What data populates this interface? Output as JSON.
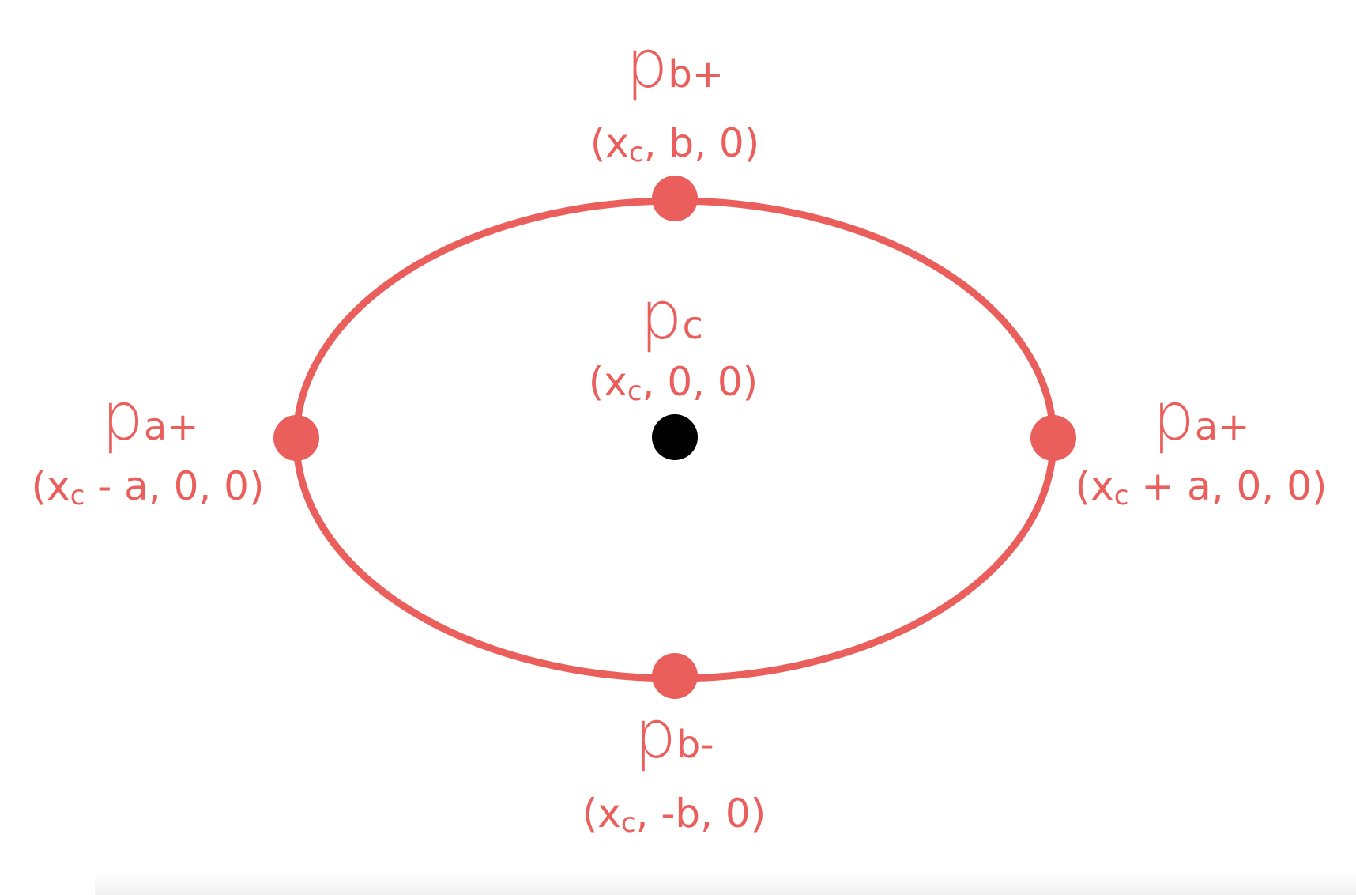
{
  "colors": {
    "accent": "#EA5F5B",
    "center_point": "#000000",
    "background": "#FFFFFF"
  },
  "points": {
    "top": {
      "symbol": "p",
      "subscript": "b+",
      "coord_open": "(x",
      "coord_sub": "c",
      "coord_rest": ", b, 0)"
    },
    "center": {
      "symbol": "p",
      "subscript": "c",
      "coord_open": "(x",
      "coord_sub": "c",
      "coord_rest": ", 0, 0)"
    },
    "left": {
      "symbol": "p",
      "subscript": "a+",
      "coord_open": "(x",
      "coord_sub": "c",
      "coord_rest": " - a, 0, 0)"
    },
    "right": {
      "symbol": "p",
      "subscript": "a+",
      "coord_open": "(x",
      "coord_sub": "c",
      "coord_rest": " + a, 0, 0)"
    },
    "bottom": {
      "symbol": "p",
      "subscript": "b-",
      "coord_open": "(x",
      "coord_sub": "c",
      "coord_rest": ", -b, 0)"
    }
  }
}
